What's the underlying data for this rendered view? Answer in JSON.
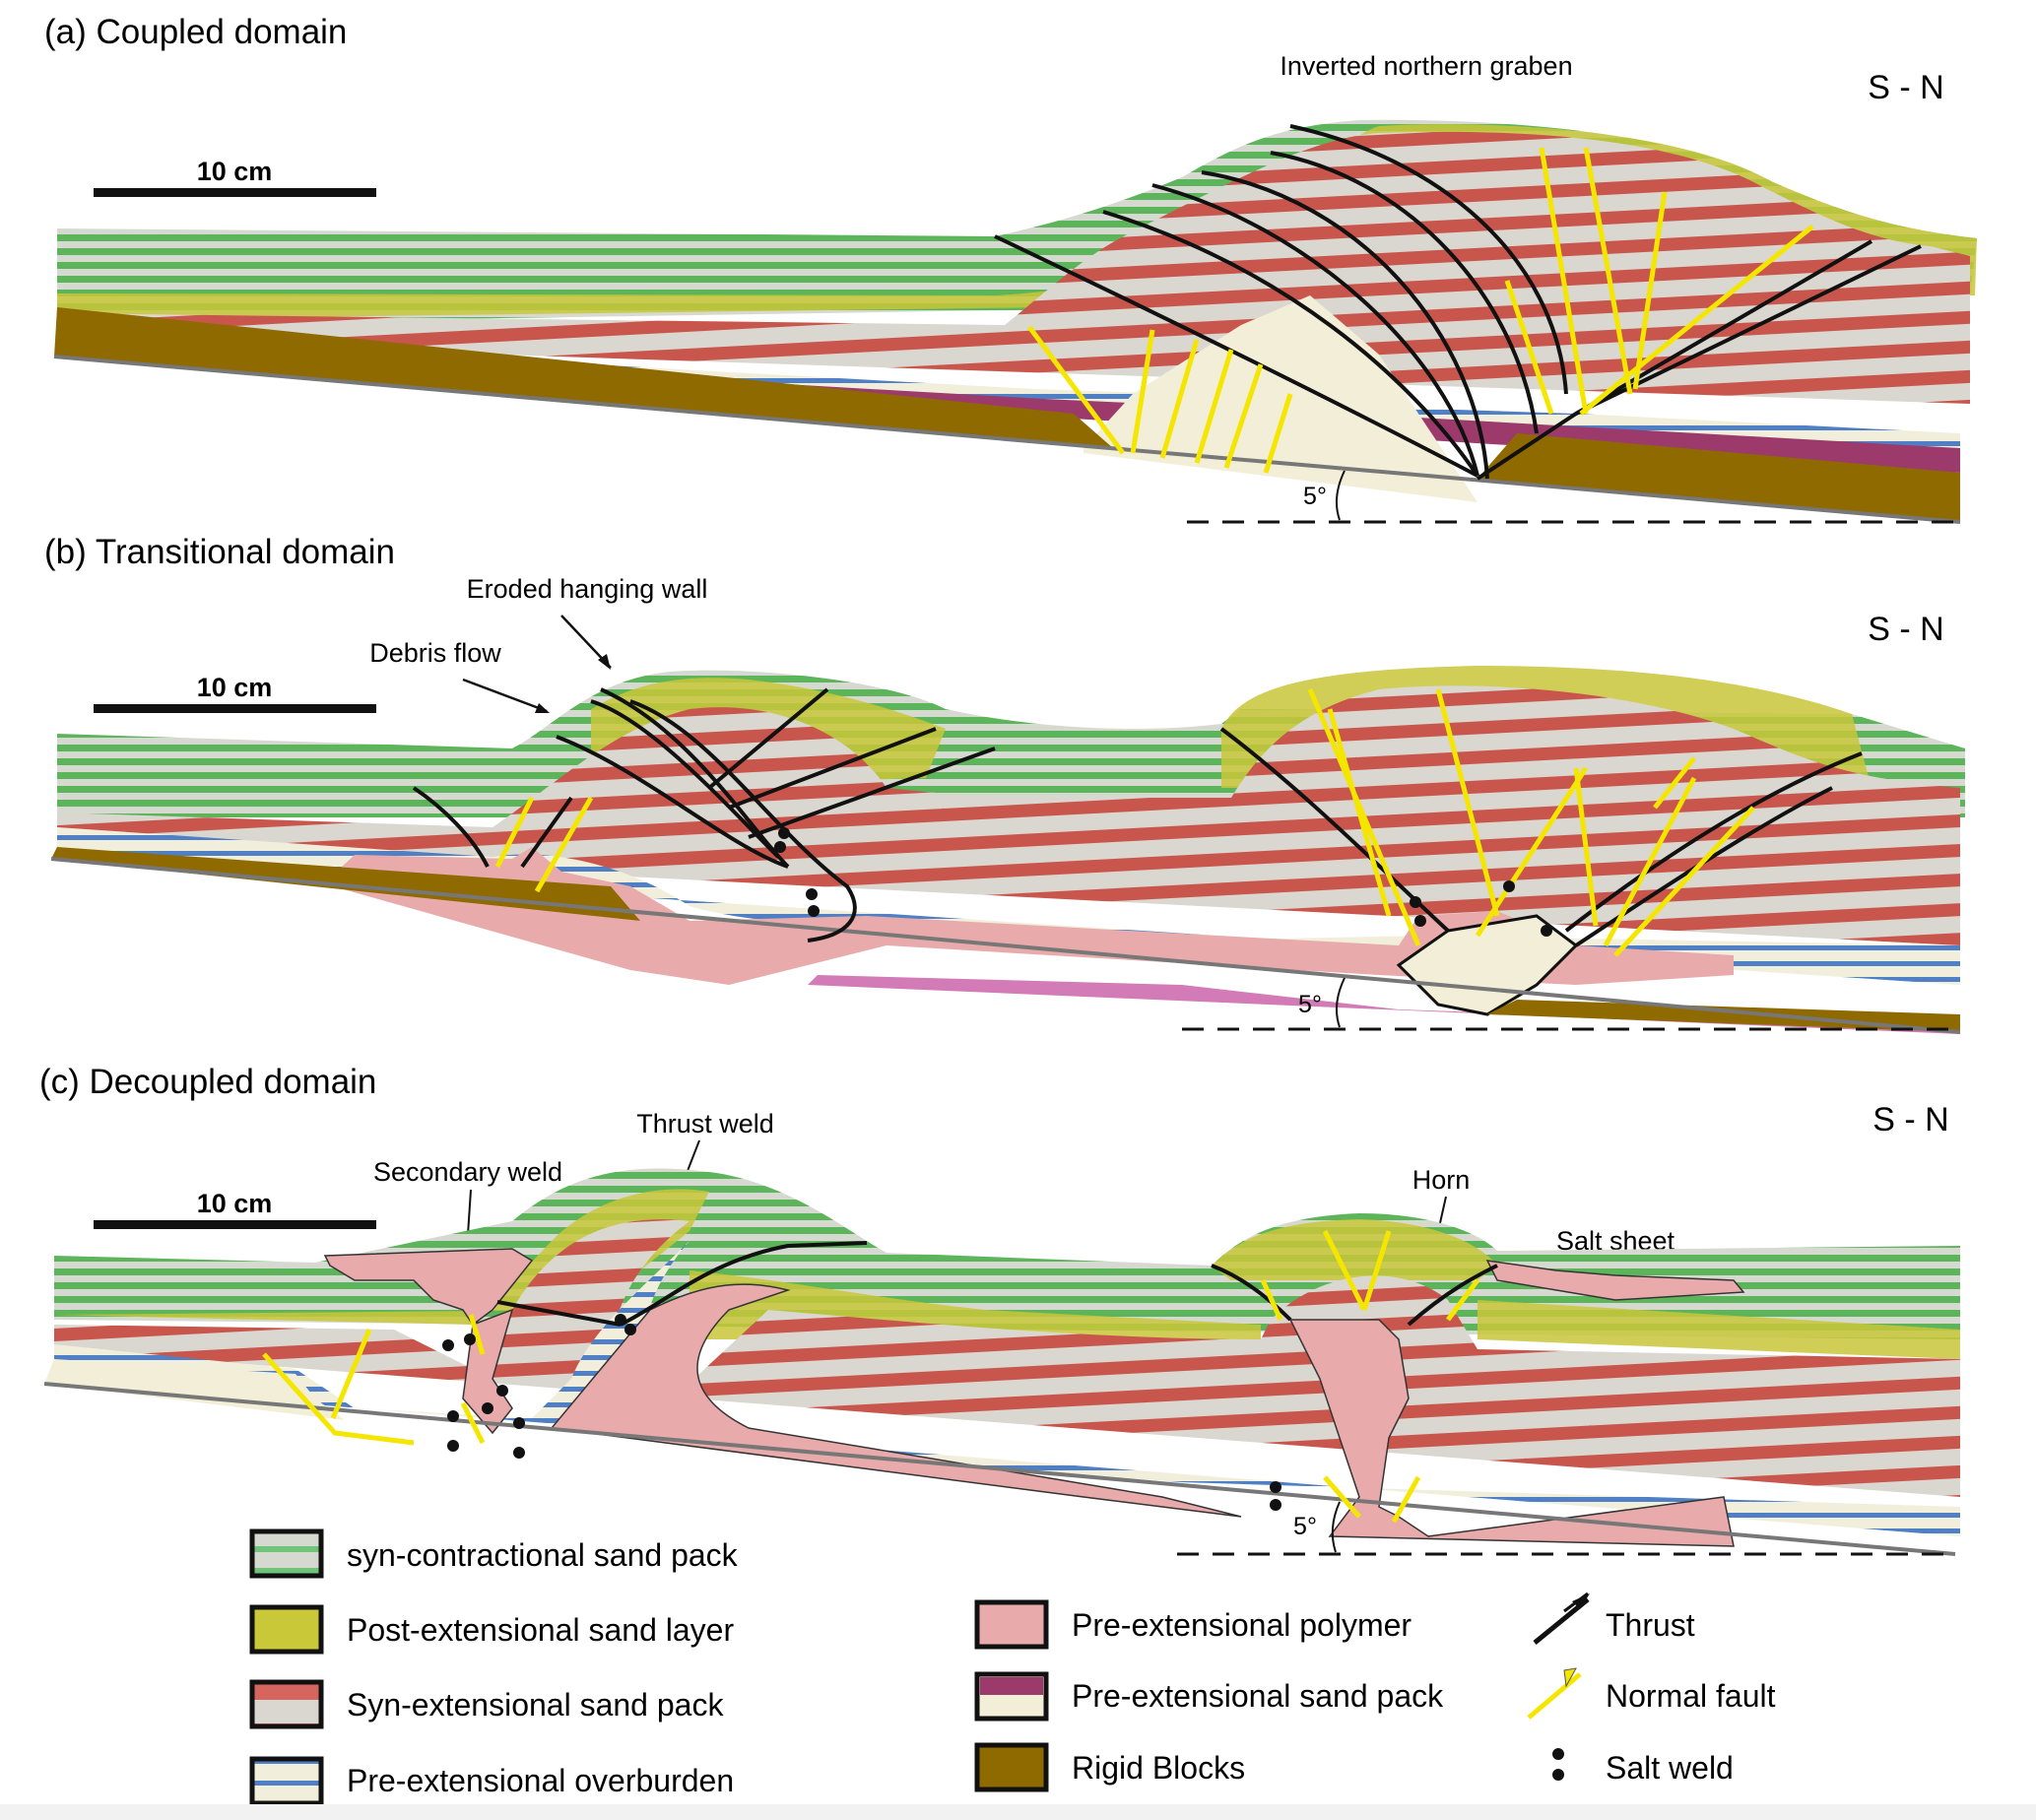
{
  "figure": {
    "panels": [
      {
        "id": "a",
        "title": "(a) Coupled domain",
        "direction": "S - N",
        "scale_bar": "10 cm",
        "basal_angle": "5°",
        "annotations": [
          "Inverted northern graben"
        ]
      },
      {
        "id": "b",
        "title": "(b) Transitional domain",
        "direction": "S - N",
        "scale_bar": "10 cm",
        "basal_angle": "5°",
        "annotations": [
          "Eroded hanging wall",
          "Debris flow"
        ]
      },
      {
        "id": "c",
        "title": "(c) Decoupled domain",
        "direction": "S - N",
        "scale_bar": "10 cm",
        "basal_angle": "5°",
        "annotations": [
          "Thrust weld",
          "Secondary weld",
          "Horn",
          "Salt sheet"
        ]
      }
    ],
    "legend": {
      "units": [
        {
          "label": "syn-contractional sand pack",
          "color": "#5fb85f",
          "alt": "#d9ddd5"
        },
        {
          "label": "Post-extensional sand layer",
          "color": "#c9c838",
          "alt": "#c9c838"
        },
        {
          "label": "Syn-extensional sand pack",
          "color": "#c8524a",
          "alt": "#d8d6cf"
        },
        {
          "label": "Pre-extensional overburden",
          "color": "#4f7fc4",
          "alt": "#f1efdc"
        },
        {
          "label": "Pre-extensional polymer",
          "color": "#e8aaab",
          "alt": "#e8aaab"
        },
        {
          "label": "Pre-extensional sand pack",
          "color": "#9a3a6a",
          "alt": "#f2eed8"
        },
        {
          "label": "Rigid Blocks",
          "color": "#8f6a00",
          "alt": "#8f6a00"
        }
      ],
      "symbols": [
        {
          "label": "Thrust",
          "icon": "thrust-fault-icon",
          "color": "#111111"
        },
        {
          "label": "Normal fault",
          "icon": "normal-fault-icon",
          "color": "#f5e600"
        },
        {
          "label": "Salt weld",
          "icon": "salt-weld-icon",
          "color": "#111111"
        }
      ]
    }
  }
}
